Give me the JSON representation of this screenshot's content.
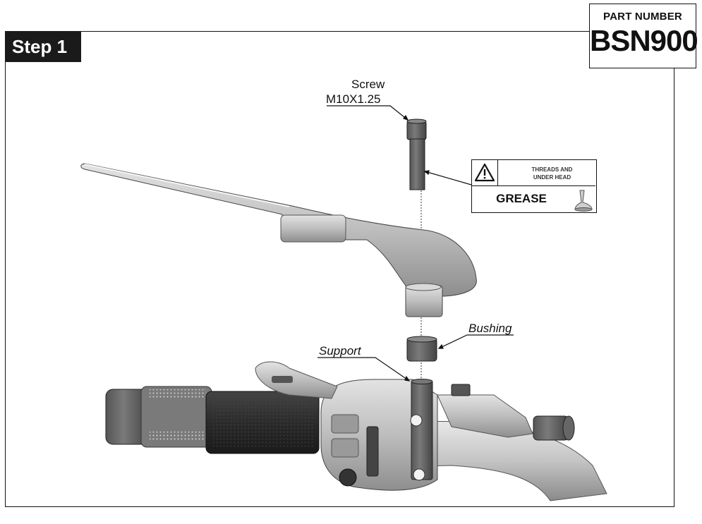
{
  "step": {
    "label": "Step 1"
  },
  "part": {
    "label": "PART NUMBER",
    "number": "BSN900"
  },
  "callouts": {
    "screw_name": "Screw",
    "screw_size": "M10X1.25",
    "bushing": "Bushing",
    "support": "Support"
  },
  "grease_box": {
    "note_line1": "THREADS AND",
    "note_line2": "UNDER HEAD",
    "word": "GREASE"
  },
  "icons": [
    "warning-triangle-icon",
    "grease-tube-icon"
  ]
}
